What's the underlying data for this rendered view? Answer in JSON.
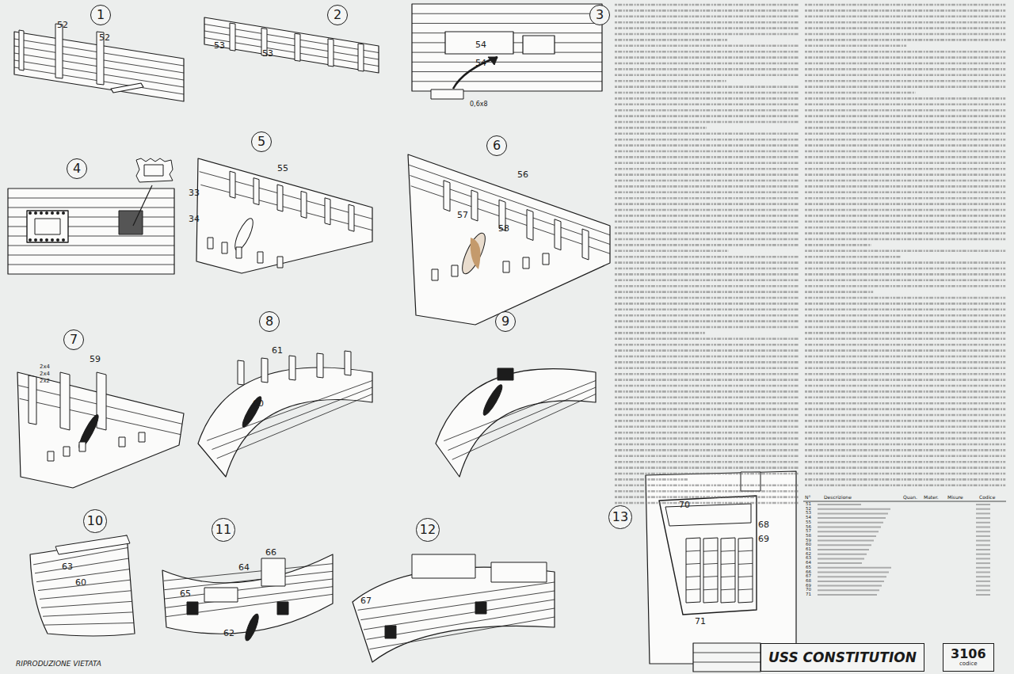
{
  "diagram": {
    "nodes": [
      {
        "text": [
          "1"
        ]
      },
      {
        "text": [
          "2"
        ]
      },
      {
        "text": [
          "3"
        ]
      },
      {
        "text": [
          "4"
        ]
      },
      {
        "text": [
          "5"
        ]
      },
      {
        "text": [
          "6"
        ]
      },
      {
        "text": [
          "7"
        ]
      },
      {
        "text": [
          "8"
        ]
      },
      {
        "text": [
          "9"
        ]
      },
      {
        "text": [
          "10"
        ]
      },
      {
        "text": [
          "11"
        ]
      },
      {
        "text": [
          "12"
        ]
      },
      {
        "text": [
          "13"
        ]
      },
      {
        "text": [
          "USS CONSTITUTION"
        ]
      },
      {
        "text": [
          "3106",
          "codice"
        ]
      }
    ],
    "labels": [
      "52",
      "52",
      "53",
      "53",
      "54",
      "54",
      "0,6x8",
      "55",
      "33",
      "34",
      "56",
      "57",
      "58",
      "59",
      "2x4",
      "2x4",
      "2x2",
      "61",
      "60",
      "63",
      "60",
      "66",
      "64",
      "65",
      "62",
      "67",
      "70",
      "68",
      "69",
      "71",
      "RIPRODUZIONE VIETATA",
      "N°",
      "Descrizione",
      "Quan.",
      "Mater.",
      "Misure",
      "Codice",
      "51",
      "52",
      "53",
      "54",
      "55",
      "56",
      "57",
      "58",
      "59",
      "60",
      "61",
      "62",
      "63",
      "64",
      "65",
      "66",
      "67",
      "68",
      "69",
      "70",
      "71"
    ]
  }
}
